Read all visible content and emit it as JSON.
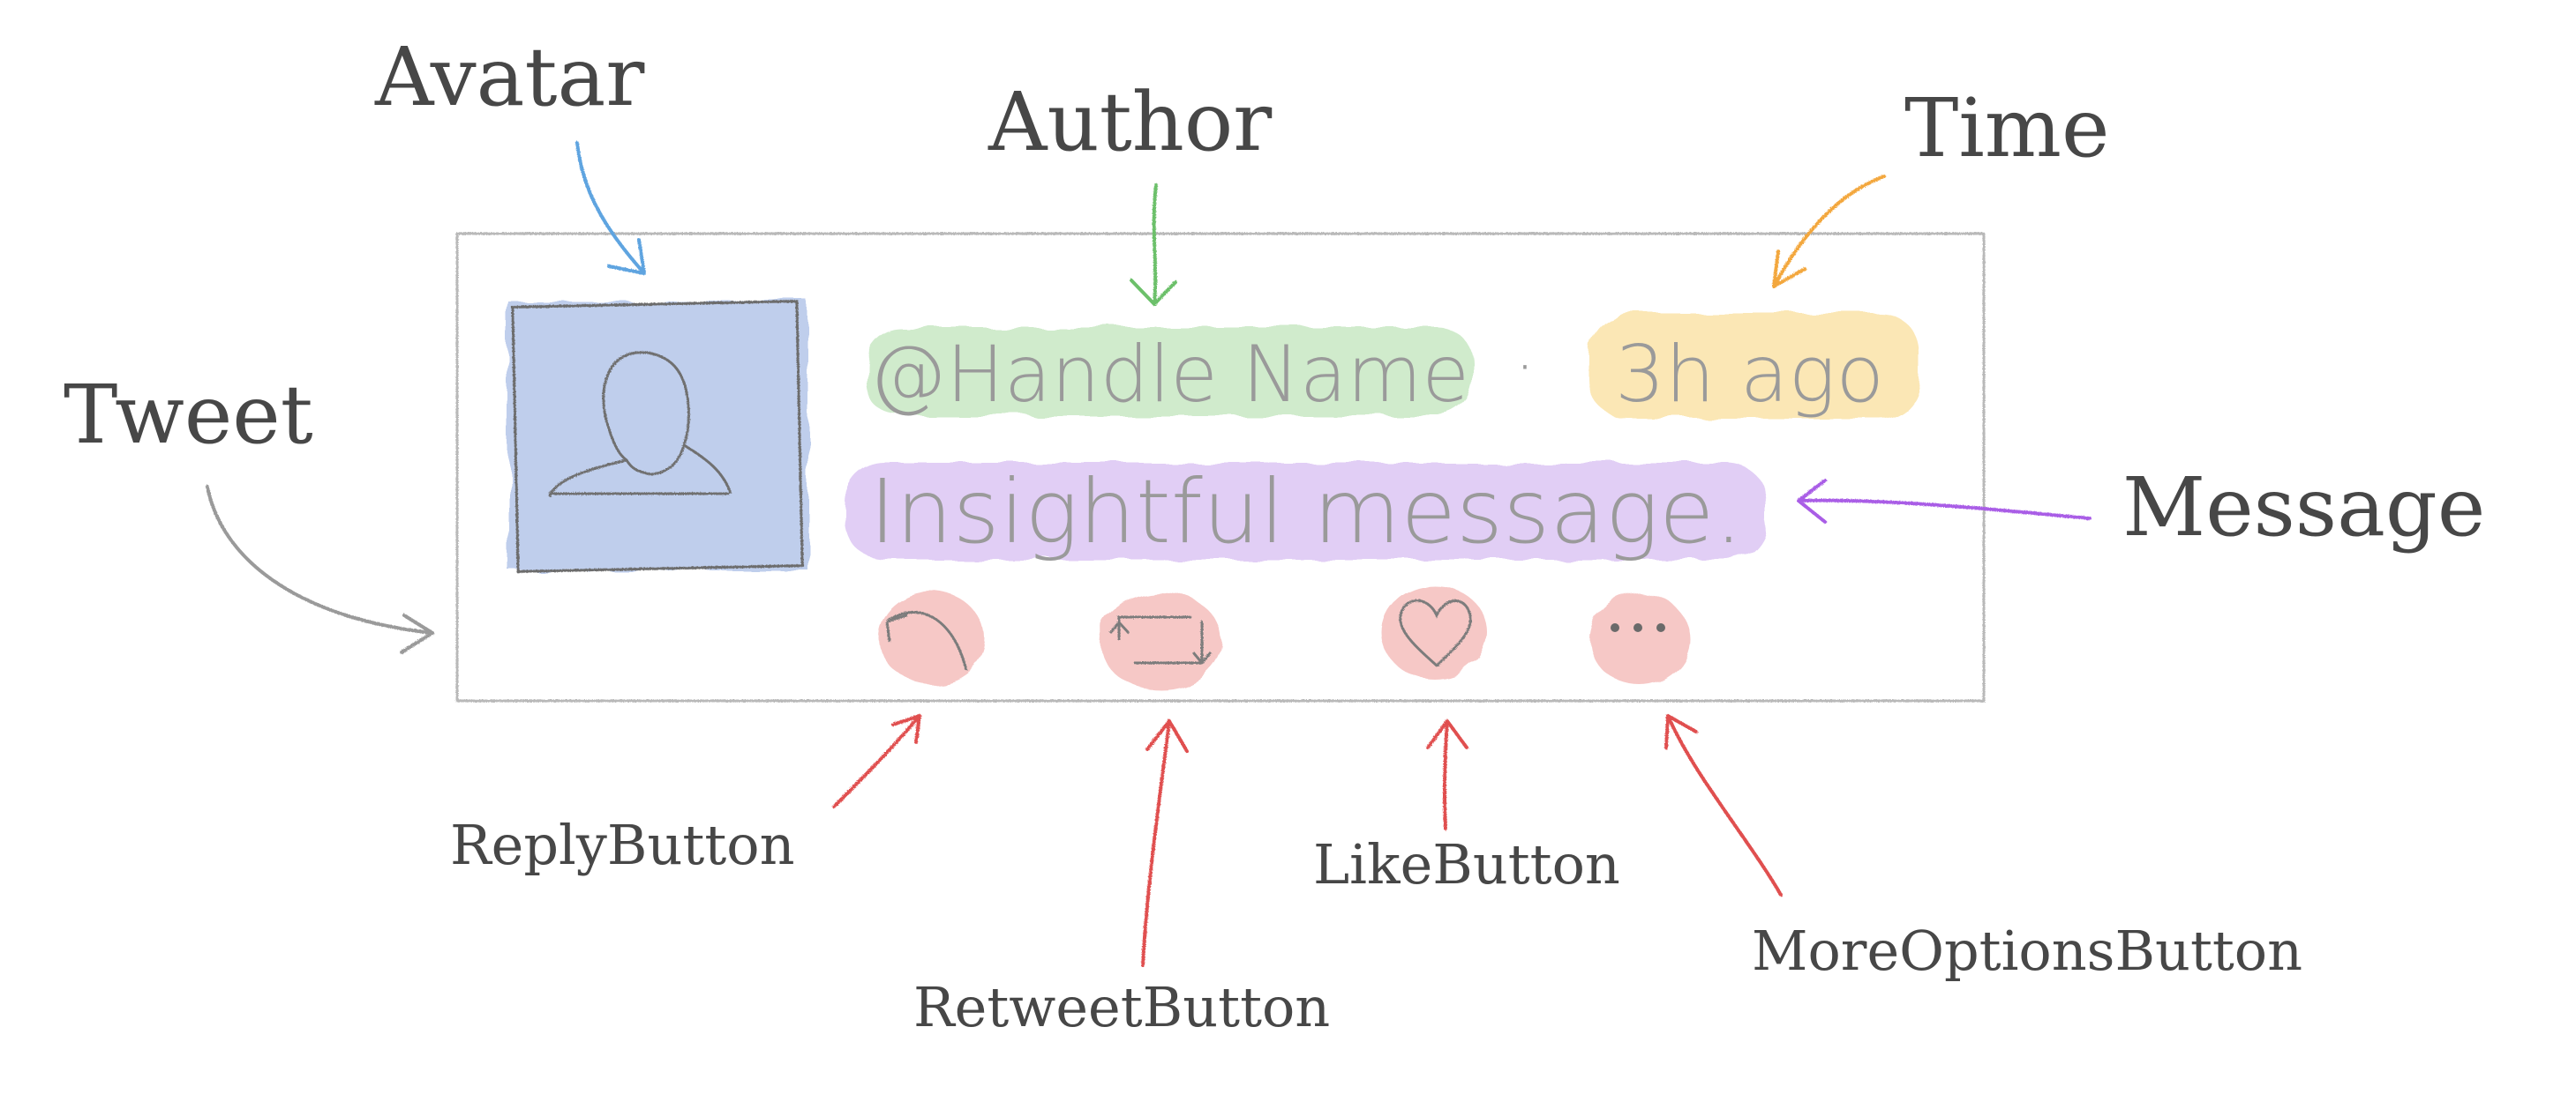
{
  "labels": {
    "avatar": "Avatar",
    "author": "Author",
    "time": "Time",
    "tweet": "Tweet",
    "message": "Message",
    "reply_button": "ReplyButton",
    "retweet_button": "RetweetButton",
    "like_button": "LikeButton",
    "more_options_button": "MoreOptionsButton"
  },
  "tweet": {
    "author": "@Handle Name",
    "separator": "·",
    "time": "3h ago",
    "message": "Insightful message."
  },
  "icons": {
    "avatar": "person-silhouette-icon",
    "reply": "reply-arrow-icon",
    "retweet": "retweet-icon",
    "like": "heart-icon",
    "more": "ellipsis-icon"
  },
  "colors": {
    "avatar": "#b9c9ea",
    "author": "#c8e8c4",
    "time": "#fbe3a9",
    "message": "#dcc6f4",
    "buttons": "#f6c6c4",
    "arrow_avatar": "#5ea4e0",
    "arrow_author": "#6cc06a",
    "arrow_time": "#f3a73d",
    "arrow_message": "#a95de6",
    "arrow_buttons": "#e04f4f",
    "arrow_tweet": "#9a9a9a"
  }
}
